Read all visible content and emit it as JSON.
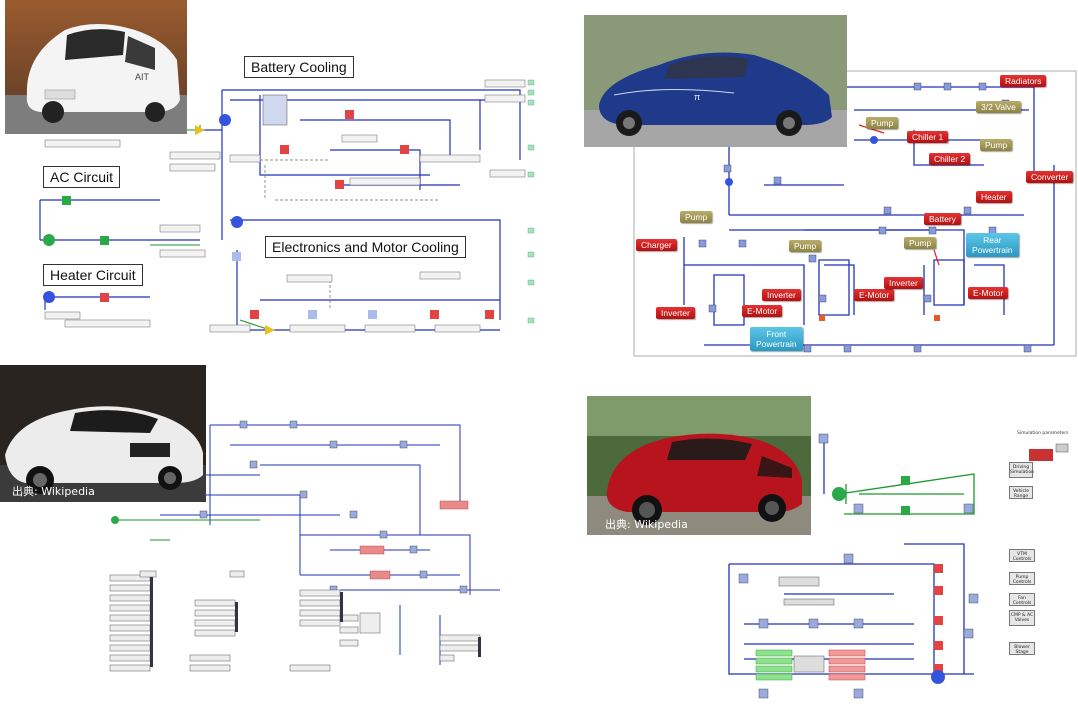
{
  "q1": {
    "labels": {
      "battery_cooling": "Battery Cooling",
      "ac_circuit": "AC Circuit",
      "heater_circuit": "Heater Circuit",
      "electronics_motor_cooling": "Electronics and Motor Cooling"
    }
  },
  "q2": {
    "tags": {
      "radiators": "Radiators",
      "valve": "3/2 Valve",
      "pump1": "Pump",
      "chiller1": "Chiller 1",
      "pump2": "Pump",
      "chiller2": "Chiller 2",
      "converter": "Converter",
      "heater": "Heater",
      "battery": "Battery",
      "pump3": "Pump",
      "charger": "Charger",
      "pump4": "Pump",
      "pump5": "Pump",
      "rear_powertrain": "Rear\nPowertrain",
      "inverter1": "Inverter",
      "emotor1": "E-Motor",
      "inverter2": "Inverter",
      "emotor2": "E-Motor",
      "inverter3": "Inverter",
      "emotor3": "E-Motor",
      "front_powertrain": "Front\nPowertrain"
    }
  },
  "q3": {
    "credit": "出典: Wikipedia"
  },
  "q4": {
    "credit": "出典: Wikipedia",
    "side_buttons": [
      "Driving Simulation",
      "Vehicle Range",
      "VTM Controls",
      "Pump Controls",
      "Fan Controls",
      "CMP & AC Valves",
      "Blower Stage"
    ],
    "sim_params": "Simulation parameters"
  },
  "colors": {
    "line_blue": "#2233bb",
    "line_green": "#1a9a2a",
    "tag_red": "#c81e1e",
    "tag_olive": "#9c9250",
    "tag_blue": "#3aaed8"
  }
}
